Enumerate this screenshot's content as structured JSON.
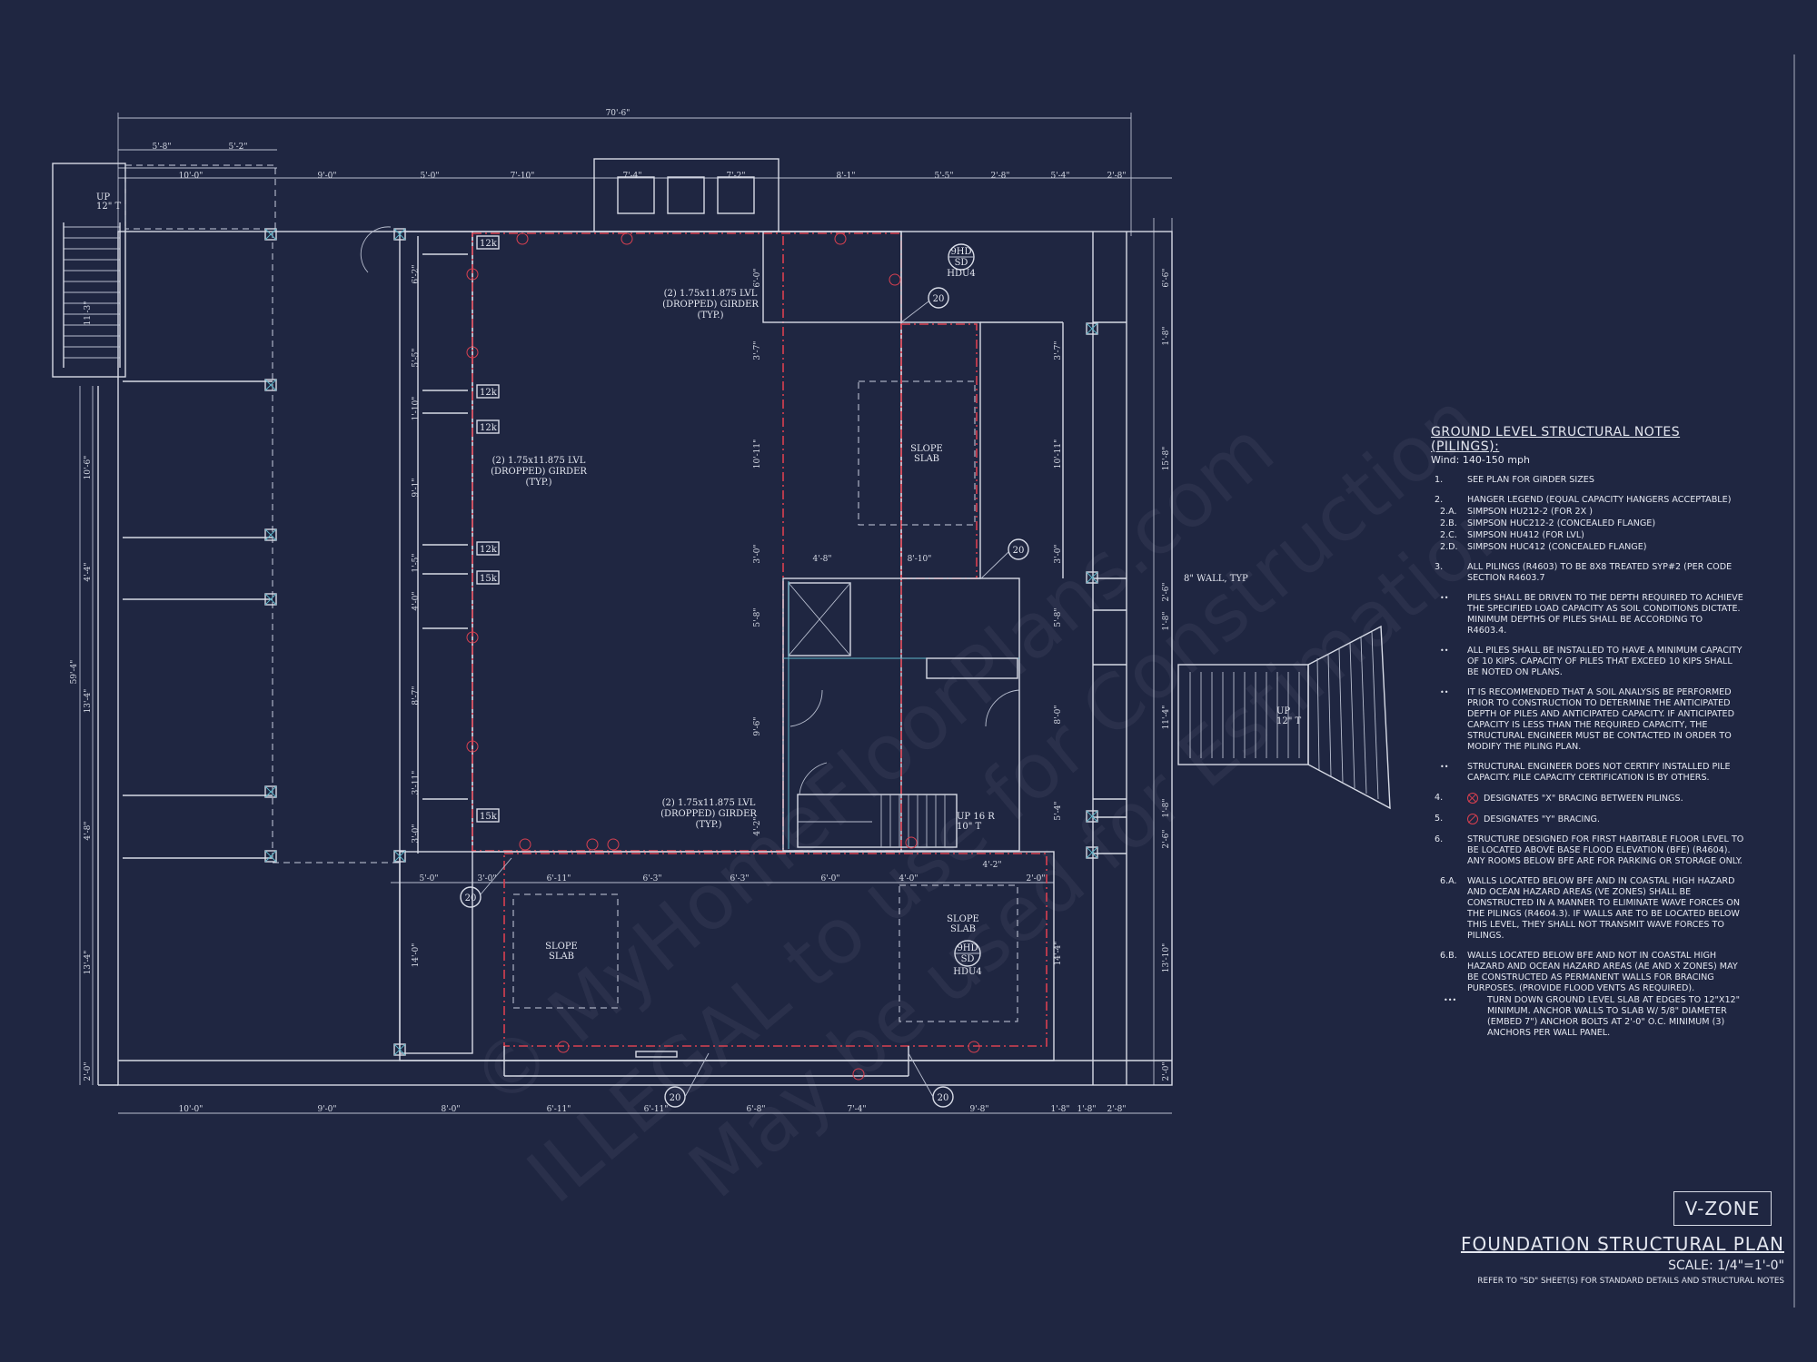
{
  "plan": {
    "watermark": [
      "© MyHomeFloorPlans.com",
      "ILLEGAL to use for Construction",
      "May be used for Estimation"
    ],
    "dims_top_overall": "70'-6\"",
    "dims_top_left": [
      "5'-8\"",
      "5'-2\"",
      "10'-0\""
    ],
    "dims_top": [
      "9'-0\"",
      "5'-0\"",
      "7'-10\"",
      "7'-4\"",
      "7'-2\"",
      "8'-1\"",
      "5'-5\"",
      "2'-8\"",
      "5'-4\"",
      "2'-8\""
    ],
    "dims_bottom": [
      "10'-0\"",
      "9'-0\"",
      "8'-0\"",
      "6'-11\"",
      "6'-11\"",
      "6'-8\"",
      "7'-4\"",
      "9'-8\"",
      "1'-8\"",
      "1'-8\"",
      "2'-8\""
    ],
    "dims_left_overall": "59'-4\"",
    "dims_left": [
      "10'-6\"",
      "4'-4\"",
      "13'-4\"",
      "4'-8\"",
      "13'-4\"",
      "2'-0\""
    ],
    "dims_inner_left": [
      "6'-2\"",
      "5'-5\"",
      "1'-10\"",
      "9'-1\"",
      "1'-5\"",
      "4'-0\"",
      "8'-7\"",
      "3'-11\"",
      "3'-0\"",
      "14'-0\""
    ],
    "dims_inner_mid": [
      "6'-0\"",
      "3'-7\"",
      "10'-11\"",
      "3'-0\"",
      "5'-8\"",
      "9'-6\"",
      "4'-2\""
    ],
    "dims_inner_right": [
      "3'-7\"",
      "10'-11\"",
      "3'-0\"",
      "5'-8\"",
      "8'-0\"",
      "5'-4\"",
      "14'-4\""
    ],
    "dims_right": [
      "6'-6\"",
      "1'-8\"",
      "15'-8\"",
      "2'-6\"",
      "1'-8\"",
      "11'-4\"",
      "1'-8\"",
      "2'-6\"",
      "13'-10\"",
      "2'-0\""
    ],
    "dims_mid_row": [
      "5'-0\"",
      "3'-0\"",
      "6'-11\"",
      "6'-3\"",
      "6'-3\"",
      "6'-0\"",
      "4'-0\"",
      "4'-2\"",
      "2'-0\""
    ],
    "dim_4_8": "4'-8\"",
    "dim_8_10": "8'-10\"",
    "dim_stair_left": "11'-3\"",
    "girder_label_1": [
      "(2) 1.75x11.875 LVL",
      "(DROPPED) GIRDER",
      "(TYP.)"
    ],
    "slope_slab": [
      "SLOPE",
      "SLAB"
    ],
    "up_left": [
      "UP",
      "12\" T"
    ],
    "up_right": [
      "UP",
      "12\" T"
    ],
    "up_center": [
      "UP 16 R",
      "10\" T"
    ],
    "wall_note": "8\" WALL, TYP",
    "callouts": [
      "12k",
      "12k",
      "12k",
      "12k",
      "15k",
      "15k"
    ],
    "detail_tag_top": "9HD",
    "detail_tag_bottom": "SD",
    "hdu_label": "HDU4",
    "section_tag": "20"
  },
  "notes": {
    "title": "GROUND LEVEL STRUCTURAL NOTES (PILINGS):",
    "wind": "Wind: 140-150 mph",
    "items": [
      {
        "n": "1.",
        "t": "SEE PLAN FOR GIRDER SIZES",
        "tight": false
      },
      {
        "n": "2.",
        "t": "HANGER LEGEND (EQUAL CAPACITY HANGERS ACCEPTABLE)",
        "tight": true
      },
      {
        "n": "2.A.",
        "t": "SIMPSON HU212-2 (FOR 2X )",
        "tight": true,
        "ind": true
      },
      {
        "n": "2.B.",
        "t": "SIMPSON HUC212-2 (CONCEALED FLANGE)",
        "tight": true,
        "ind": true
      },
      {
        "n": "2.C.",
        "t": "SIMPSON HU412 (FOR LVL)",
        "tight": true,
        "ind": true
      },
      {
        "n": "2.D.",
        "t": "SIMPSON HUC412 (CONCEALED FLANGE)",
        "tight": false,
        "ind": true
      },
      {
        "n": "3.",
        "t": "ALL PILINGS (R4603) TO BE 8X8 TREATED SYP#2 (PER CODE SECTION R4603.7",
        "tight": false
      },
      {
        "n": "••",
        "t": "PILES SHALL BE DRIVEN TO THE DEPTH REQUIRED TO ACHIEVE THE SPECIFIED LOAD CAPACITY AS SOIL CONDITIONS DICTATE. MINIMUM DEPTHS OF PILES SHALL BE ACCORDING TO R4603.4.",
        "tight": false,
        "bul": true
      },
      {
        "n": "••",
        "t": "ALL PILES SHALL BE INSTALLED TO HAVE A MINIMUM CAPACITY OF 10 KIPS. CAPACITY OF PILES THAT EXCEED 10 KIPS SHALL BE NOTED ON PLANS.",
        "tight": false,
        "bul": true
      },
      {
        "n": "••",
        "t": "IT IS RECOMMENDED THAT A SOIL ANALYSIS BE PERFORMED PRIOR TO CONSTRUCTION TO DETERMINE THE ANTICIPATED DEPTH OF PILES AND ANTICIPATED CAPACITY. IF ANTICIPATED CAPACITY IS LESS THAN THE REQUIRED CAPACITY, THE STRUCTURAL ENGINEER MUST BE CONTACTED IN ORDER TO MODIFY THE PILING PLAN.",
        "tight": false,
        "bul": true
      },
      {
        "n": "••",
        "t": "STRUCTURAL ENGINEER DOES NOT CERTIFY INSTALLED PILE CAPACITY. PILE CAPACITY CERTIFICATION IS BY OTHERS.",
        "tight": false,
        "bul": true
      },
      {
        "n": "4.",
        "t": "DESIGNATES \"X\" BRACING BETWEEN PILINGS.",
        "tight": false,
        "sym": "x"
      },
      {
        "n": "5.",
        "t": "DESIGNATES \"Y\" BRACING.",
        "tight": false,
        "sym": "y"
      },
      {
        "n": "6.",
        "t": "STRUCTURE DESIGNED FOR FIRST HABITABLE FLOOR LEVEL TO BE LOCATED ABOVE BASE FLOOD ELEVATION (BFE) (R4604). ANY ROOMS BELOW BFE ARE FOR PARKING OR STORAGE ONLY.",
        "tight": false
      },
      {
        "n": "6.A.",
        "t": "WALLS LOCATED BELOW BFE AND IN COASTAL HIGH HAZARD AND OCEAN HAZARD AREAS (VE ZONES) SHALL BE CONSTRUCTED IN A MANNER TO ELIMINATE WAVE FORCES ON THE PILINGS (R4604.3). IF WALLS ARE TO BE LOCATED BELOW THIS LEVEL, THEY SHALL NOT TRANSMIT WAVE FORCES TO PILINGS.",
        "tight": false,
        "ind": true
      },
      {
        "n": "6.B.",
        "t": "WALLS LOCATED BELOW BFE AND NOT IN COASTAL HIGH HAZARD AND OCEAN HAZARD AREAS (AE AND X ZONES) MAY BE CONSTRUCTED AS PERMANENT WALLS FOR BRACING PURPOSES. (PROVIDE FLOOD VENTS AS REQUIRED).",
        "tight": true,
        "ind": true
      },
      {
        "n": "•••",
        "t": "TURN DOWN GROUND LEVEL SLAB AT EDGES TO 12\"x12\" MINIMUM. ANCHOR WALLS TO SLAB W/ 5/8\" DIAMETER (EMBED 7\") ANCHOR BOLTS AT 2'-0\" O.C. MINIMUM (3) ANCHORS PER WALL PANEL.",
        "tight": false,
        "bul3": true
      }
    ]
  },
  "titleblock": {
    "zone": "V-ZONE",
    "title": "FOUNDATION STRUCTURAL PLAN",
    "scale": "SCALE: 1/4\"=1'-0\"",
    "ref": "REFER TO \"SD\" SHEET(S) FOR STANDARD DETAILS AND STRUCTURAL NOTES"
  }
}
